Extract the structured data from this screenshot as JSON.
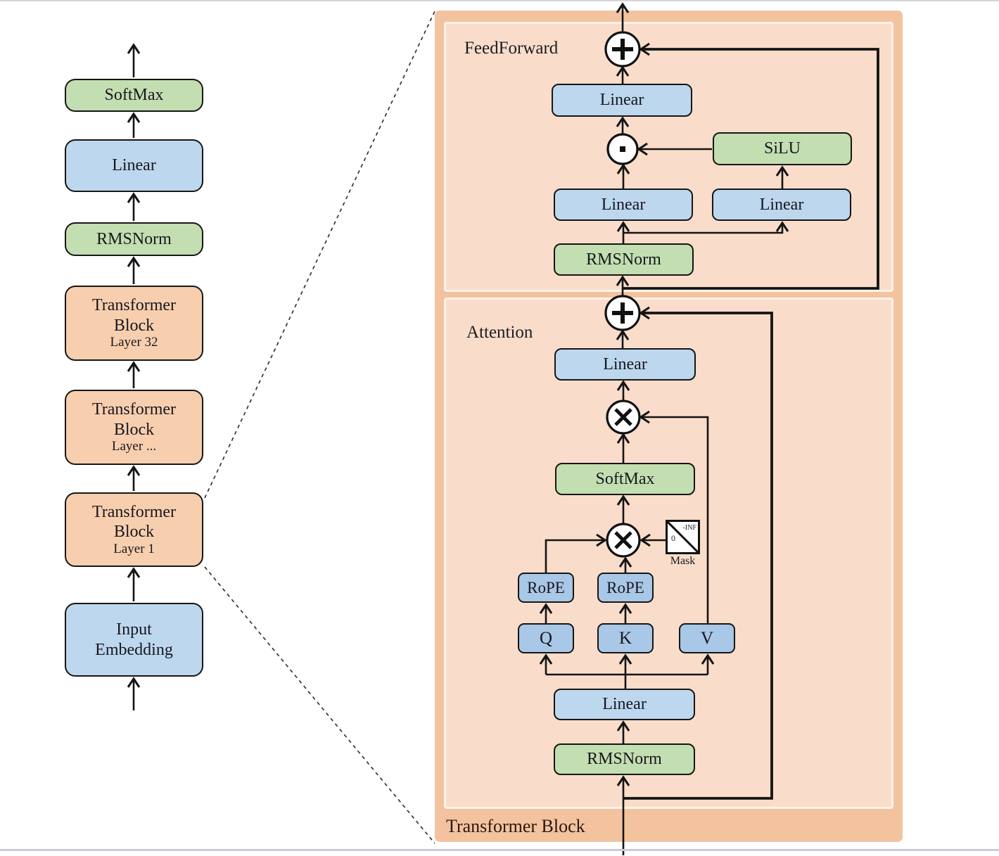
{
  "colors": {
    "blue": "#bdd7ee",
    "blue_small": "#a9c7e6",
    "green": "#c3deb0",
    "orange": "#f8cfae",
    "panel_outer": "#f3c3a0",
    "panel_inner": "#f9ddca"
  },
  "left_column": {
    "blocks": [
      {
        "label": "SoftMax"
      },
      {
        "label": "Linear"
      },
      {
        "label": "RMSNorm"
      },
      {
        "label": "Transformer Block",
        "sublabel": "Layer 32"
      },
      {
        "label": "Transformer Block",
        "sublabel": "Layer ..."
      },
      {
        "label": "Transformer Block",
        "sublabel": "Layer 1"
      },
      {
        "label": "Input Embedding"
      }
    ]
  },
  "panel": {
    "title": "Transformer Block",
    "feedforward": {
      "section_label": "FeedForward",
      "linear_out": "Linear",
      "silu": "SiLU",
      "linear_gate": "Linear",
      "linear_up": "Linear",
      "rmsnorm": "RMSNorm"
    },
    "attention": {
      "section_label": "Attention",
      "linear_out": "Linear",
      "softmax": "SoftMax",
      "mask_label": "Mask",
      "mask_inf": "-INF",
      "mask_zero": "0",
      "rope_q": "RoPE",
      "rope_k": "RoPE",
      "q": "Q",
      "k": "K",
      "v": "V",
      "linear_in": "Linear",
      "rmsnorm": "RMSNorm"
    }
  },
  "operators": {
    "add": "plus-circle",
    "matmul": "multiply-circle",
    "elementwise_product": "dot-circle"
  }
}
